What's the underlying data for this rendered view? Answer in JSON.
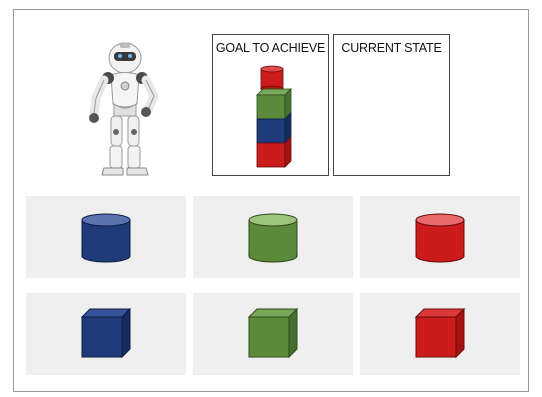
{
  "goal_panel": {
    "title": "GOAL TO ACHIEVE"
  },
  "state_panel": {
    "title": "CURRENT STATE"
  },
  "goal_stack": [
    "red-cylinder",
    "green-cube",
    "blue-cube",
    "red-cube"
  ],
  "palette": {
    "blue": "#1f3b7a",
    "green": "#5b8a3a",
    "red": "#cc1b1b",
    "tile_bg": "#efefef"
  },
  "objects": [
    {
      "name": "blue-cylinder",
      "shape": "cylinder",
      "color": "blue"
    },
    {
      "name": "green-cylinder",
      "shape": "cylinder",
      "color": "green"
    },
    {
      "name": "red-cylinder",
      "shape": "cylinder",
      "color": "red"
    },
    {
      "name": "blue-cube",
      "shape": "cube",
      "color": "blue"
    },
    {
      "name": "green-cube",
      "shape": "cube",
      "color": "green"
    },
    {
      "name": "red-cube",
      "shape": "cube",
      "color": "red"
    }
  ]
}
